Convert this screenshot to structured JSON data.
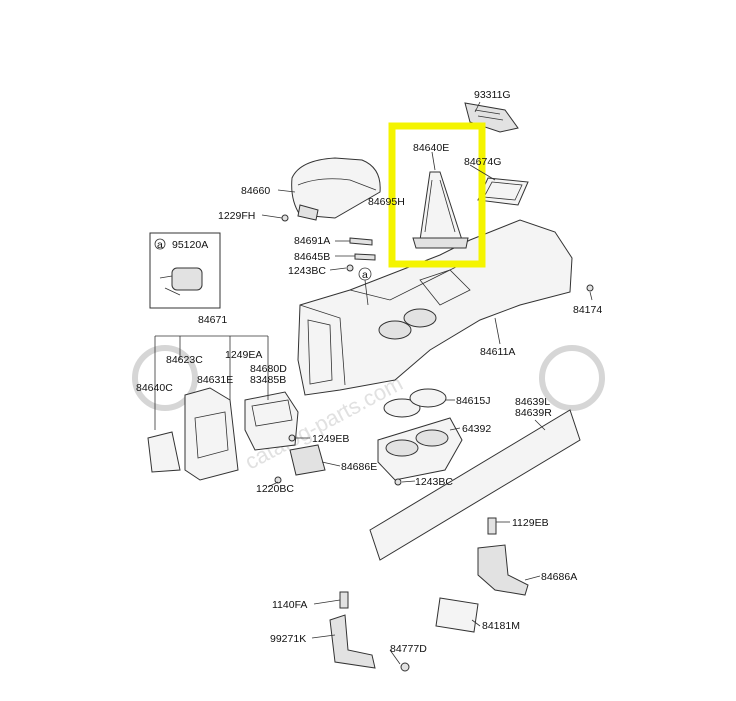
{
  "watermark": "catalog-parts.com",
  "highlight_color": "#f4f400",
  "callouts": {
    "a_symbol": "a",
    "a_part": "95120A"
  },
  "labels": {
    "p93311G": "93311G",
    "p84640E": "84640E",
    "p84674G": "84674G",
    "p84660": "84660",
    "p84695H": "84695H",
    "p1229FH": "1229FH",
    "p84691A": "84691A",
    "p84645B": "84645B",
    "p1243BC_top": "1243BC",
    "p84174": "84174",
    "p84671": "84671",
    "p84623C": "84623C",
    "p1249EA": "1249EA",
    "p84680D": "84680D",
    "p83485B": "83485B",
    "p84640C": "84640C",
    "p84631E": "84631E",
    "p84611A": "84611A",
    "p84615J": "84615J",
    "p84639L": "84639L",
    "p84639R": "84639R",
    "p64392": "64392",
    "p1249EB": "1249EB",
    "p84686E": "84686E",
    "p1243BC_bot": "1243BC",
    "p1220BC": "1220BC",
    "p1129EB": "1129EB",
    "p84686A": "84686A",
    "p1140FA": "1140FA",
    "p84181M": "84181M",
    "p99271K": "99271K",
    "p84777D": "84777D"
  }
}
